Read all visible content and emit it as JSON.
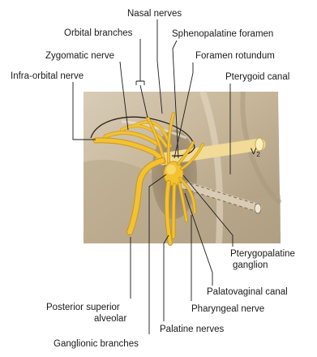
{
  "labels": {
    "nasal_nerves": "Nasal nerves",
    "orbital_branches": "Orbital branches",
    "sphenopalatine_foramen": "Sphenopalatine foramen",
    "zygomatic_nerve": "Zygomatic nerve",
    "foramen_rotundum": "Foramen rotundum",
    "infra_orbital_nerve": "Infra-orbital nerve",
    "pterygoid_canal": "Pterygoid canal",
    "v2": "V",
    "v2_sub": "2",
    "pterygopalatine_ganglion_1": "Pterygopalatine",
    "pterygopalatine_ganglion_2": "ganglion",
    "palatovaginal_canal": "Palatovaginal canal",
    "pharyngeal_nerve": "Pharyngeal nerve",
    "posterior_superior_alveolar_1": "Posterior superior",
    "posterior_superior_alveolar_2": "alveolar",
    "palatine_nerves": "Palatine nerves",
    "ganglionic_branches": "Ganglionic branches"
  },
  "colors": {
    "nerve": "#f2c233",
    "bone_light": "#e6dccb",
    "bone_mid": "#c9b89b",
    "bone_dark": "#8f7f66"
  }
}
